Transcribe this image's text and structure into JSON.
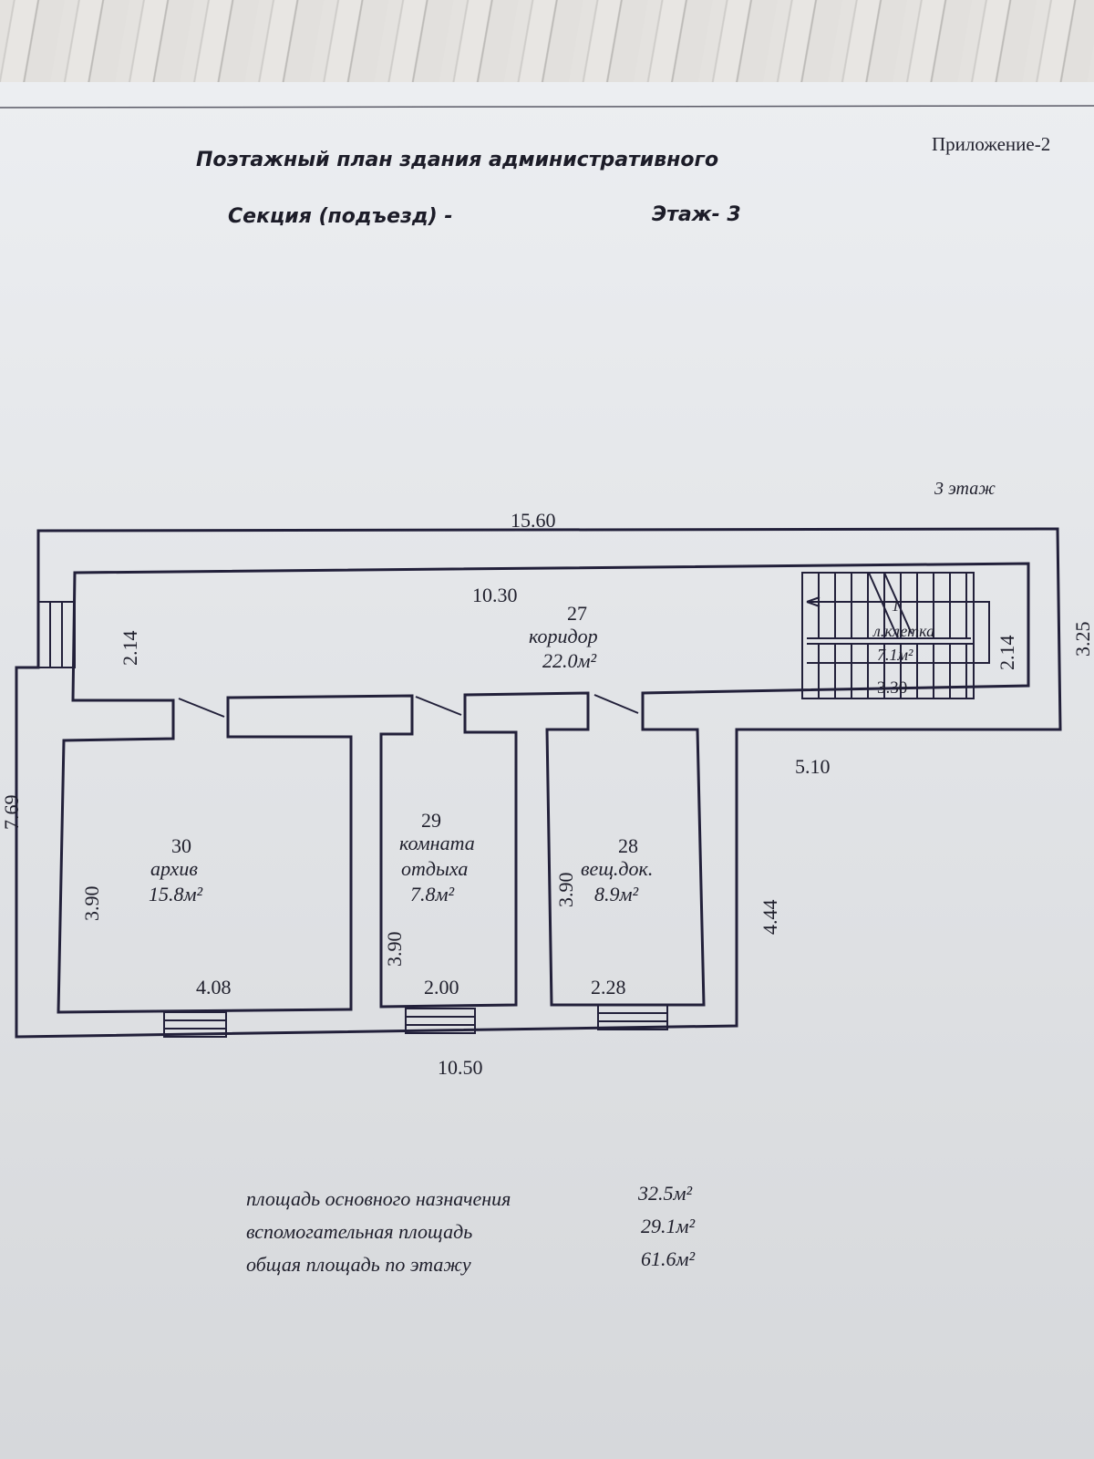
{
  "appendix": "Приложение-2",
  "title": "Поэтажный план здания административного",
  "section_label": "Секция (подъезд) -",
  "floor_label": "Этаж- 3",
  "plan_floor": "3 этаж",
  "dimensions": {
    "top_outer": "15.60",
    "corridor_length": "10.30",
    "left_corridor_width": "2.14",
    "stair_width": "2.14",
    "stair_length": "3.30",
    "right_outer": "3.25",
    "left_outer": "7.69",
    "right_offset": "5.10",
    "right_wing": "4.44",
    "bottom_outer": "10.50",
    "room30_height": "3.90",
    "room30_width": "4.08",
    "room29_height": "3.90",
    "room29_width": "2.00",
    "room28_height": "3.90",
    "room28_width": "2.28"
  },
  "rooms": [
    {
      "number": "27",
      "name": "коридор",
      "area": "22.0м²"
    },
    {
      "number": "30",
      "name": "архив",
      "area": "15.8м²"
    },
    {
      "number": "29",
      "name_line1": "комната",
      "name_line2": "отдыха",
      "area": "7.8м²"
    },
    {
      "number": "28",
      "name": "вещ.док.",
      "area": "8.9м²"
    },
    {
      "number": "1",
      "name": "л.клетка",
      "area": "7.1м²"
    }
  ],
  "summary": [
    {
      "label": "площадь основного назначения",
      "value": "32.5м²"
    },
    {
      "label": "вспомогательная площадь",
      "value": "29.1м²"
    },
    {
      "label": "общая площадь по этажу",
      "value": "61.6м²"
    }
  ]
}
